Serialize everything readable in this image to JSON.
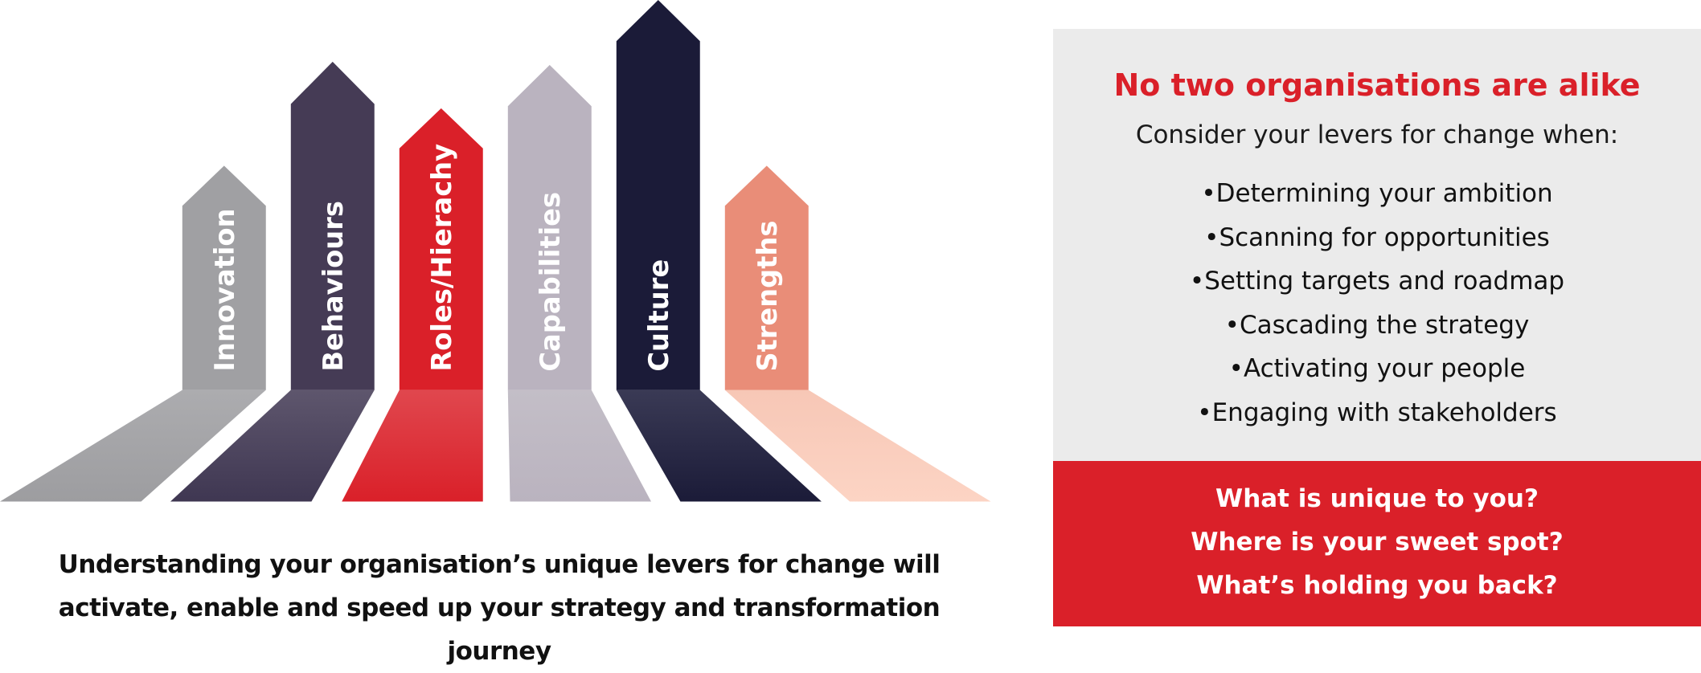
{
  "levers": [
    {
      "label": "Innovation",
      "color": "#a0a0a3",
      "floor_top": "#acacaf",
      "floor_bottom": "#9d9da0"
    },
    {
      "label": "Behaviours",
      "color": "#453b55",
      "floor_top": "#5e566d",
      "floor_bottom": "#3f3752"
    },
    {
      "label": "Roles/Hierachy",
      "color": "#da2029",
      "floor_top": "#e0474e",
      "floor_bottom": "#da2029"
    },
    {
      "label": "Capabilities",
      "color": "#bab3bf",
      "floor_top": "#c3bec7",
      "floor_bottom": "#bab3bf"
    },
    {
      "label": "Culture",
      "color": "#1b1b38",
      "floor_top": "#3a3a55",
      "floor_bottom": "#1b1b38"
    },
    {
      "label": "Strengths",
      "color": "#e98d78",
      "floor_top": "#f7c7b6",
      "floor_bottom": "#fcd4c4"
    }
  ],
  "caption": {
    "line1": "Understanding your organisation’s unique levers for change will",
    "line2": "activate, enable and speed up your strategy and transformation",
    "line3": "journey"
  },
  "panel": {
    "title": "No two organisations are alike",
    "subtitle": "Consider your levers for change when:",
    "bullets": [
      "Determining your ambition",
      "Scanning for opportunities",
      "Setting targets and roadmap",
      "Cascading the strategy",
      "Activating your people",
      "Engaging with stakeholders"
    ],
    "questions": [
      "What is unique to you?",
      "Where is your sweet spot?",
      "What’s holding you back?"
    ]
  },
  "colors": {
    "accent": "#da2029",
    "panel_bg": "#ebebeb"
  }
}
